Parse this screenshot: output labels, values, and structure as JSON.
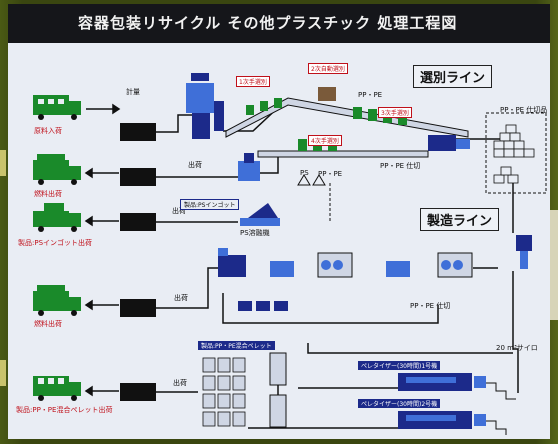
{
  "header": {
    "title": "容器包装リサイクル その他プラスチック 処理工程図"
  },
  "sections": {
    "sorting": "選別ライン",
    "manufacturing": "製造ライン"
  },
  "left_labels": {
    "raw_in": "原料入荷",
    "fuel_out_1": "燃料出荷",
    "ps_ingot_out": "製品:PSインゴット出荷",
    "fuel_out_2": "燃料出荷",
    "pellet_out": "製品:PP・PE混合ペレット出荷"
  },
  "small_labels": {
    "scale": "計量",
    "ship1": "出荷",
    "ship2": "出荷",
    "ship3": "出荷",
    "ship4": "出荷",
    "ps_ingot": "製品:PSインゴット",
    "ps_melt": "PS溶融機",
    "pellet_product": "製品:PP・PE混合ペレット",
    "pelletizer1": "ペレタイザー(30時間)1号機",
    "pelletizer2": "ペレタイザー(30時間)2号機",
    "bales": "PP・PE 仕切品",
    "sel1": "1次手選別",
    "sel2": "2次自動選別",
    "sel3": "3次手選別",
    "sel4": "4次手選別",
    "ppfilm": "PP・PE",
    "ppfilm2": "PP・PE 仕切",
    "ppfilm3": "PP・PE 仕切",
    "ps": "PS",
    "pppe": "PP・PE",
    "cont": "20 m³サイロ"
  },
  "colors": {
    "board": "#e9edf4",
    "machine_blue": "#1c2a8a",
    "machine_light": "#3f6fd8",
    "truck_green": "#1a8a2a",
    "accent_red": "#c0101a",
    "flow_line": "#111111"
  }
}
